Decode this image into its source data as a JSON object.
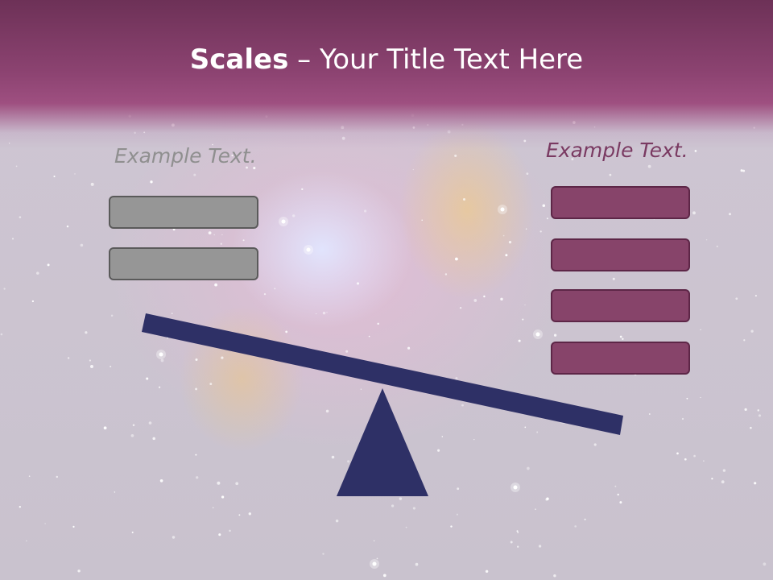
{
  "slide": {
    "title_bold": "Scales",
    "title_rest": " – Your Title Text Here"
  },
  "left_panel": {
    "heading": "Example Text.",
    "box_count": 2,
    "box_color": "#969696"
  },
  "right_panel": {
    "heading": "Example Text.",
    "box_count": 4,
    "box_color": "#87446a"
  },
  "colors": {
    "header": "#8c4371",
    "beam": "#2e3066",
    "fulcrum": "#2e3066",
    "right_heading": "#7a3a62",
    "left_heading": "#8f8f8f"
  }
}
